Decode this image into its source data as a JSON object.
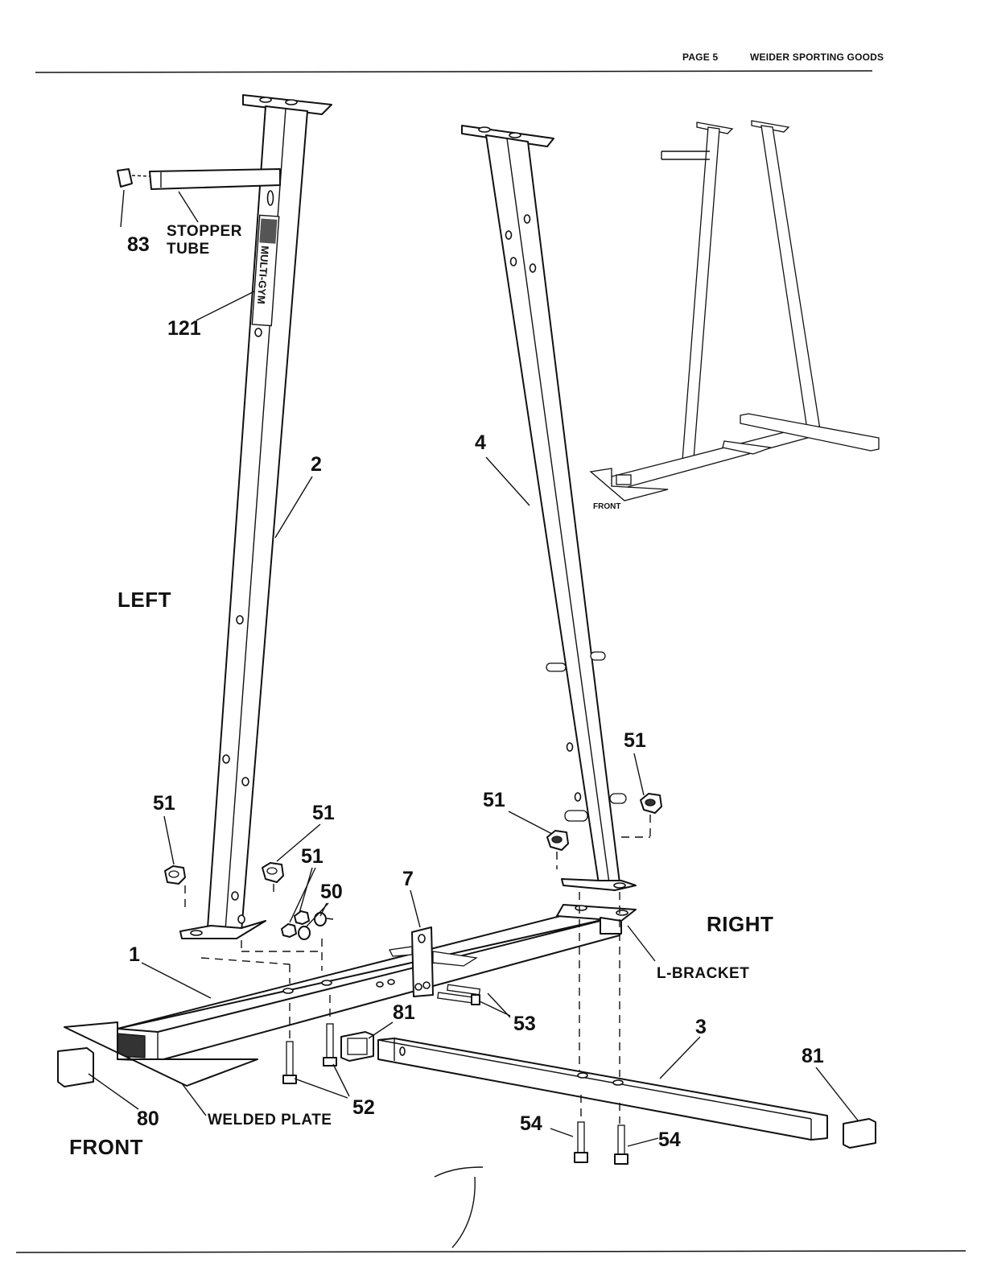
{
  "header": {
    "page": "PAGE 5",
    "company": "WEIDER SPORTING GOODS"
  },
  "labels": {
    "n83": "83",
    "stopper_tube": "STOPPER\nTUBE",
    "n121": "121",
    "n2": "2",
    "left": "LEFT",
    "n4": "4",
    "n51_a": "51",
    "n51_b": "51",
    "n51_c": "51",
    "n51_d": "51",
    "n51_e": "51",
    "n50": "50",
    "n7": "7",
    "right": "RIGHT",
    "l_bracket": "L-BRACKET",
    "n1": "1",
    "n81_a": "81",
    "n53": "53",
    "n3": "3",
    "n81_b": "81",
    "n80": "80",
    "welded_plate": "WELDED PLATE",
    "n52": "52",
    "n54_a": "54",
    "n54_b": "54",
    "front": "FRONT",
    "inset_front": "FRONT",
    "upright_decal": "MULTI-GYM"
  }
}
